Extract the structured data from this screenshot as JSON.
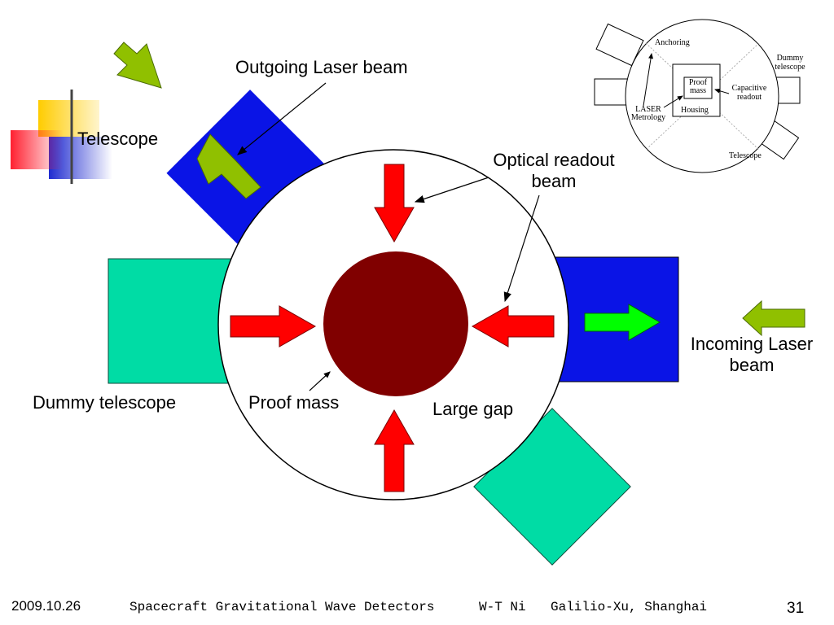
{
  "colors": {
    "telescope_blue": "#0a14e6",
    "dummy_green": "#00dca5",
    "proof_mass": "#800000",
    "readout_arrow": "#ff0000",
    "laser_arrow_olive": "#90c000",
    "laser_arrow_green": "#00ff00"
  },
  "labels": {
    "telescope": "Telescope",
    "outgoing_laser": "Outgoing Laser beam",
    "optical_readout_line1": "Optical readout",
    "optical_readout_line2": "beam",
    "incoming_laser_line1": "Incoming Laser",
    "incoming_laser_line2": "beam",
    "dummy_telescope": "Dummy telescope",
    "proof_mass": "Proof mass",
    "large_gap": "Large gap"
  },
  "inset": {
    "anchoring": "Anchoring",
    "dummy_telescope_line1": "Dummy",
    "dummy_telescope_line2": "telescope",
    "proof_mass_line1": "Proof",
    "proof_mass_line2": "mass",
    "capacitive_line1": "Capacitive",
    "capacitive_line2": "readout",
    "laser_line1": "LASER",
    "laser_line2": "Metrology",
    "housing": "Housing",
    "telescope": "Telescope"
  },
  "footer": {
    "date": "2009.10.26",
    "title": "Spacecraft Gravitational Wave Detectors",
    "author": "W-T Ni",
    "venue": "Galilio-Xu, Shanghai",
    "page": "31"
  }
}
